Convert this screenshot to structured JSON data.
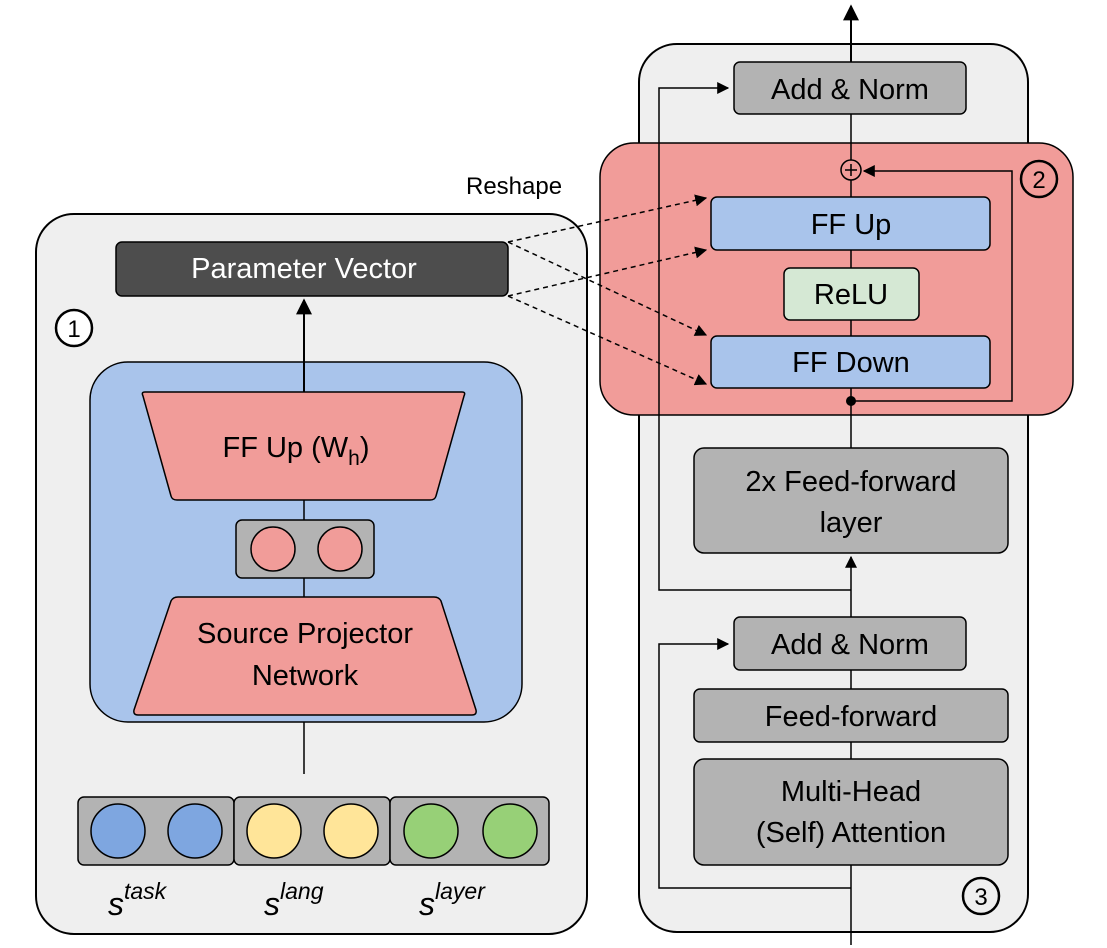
{
  "hypernetwork": {
    "badge": "1",
    "parameter_vector": "Parameter Vector",
    "ff_up": "FF Up (W",
    "ff_up_sub": "h",
    "ff_up_close": ")",
    "source_projector_line1": "Source Projector",
    "source_projector_line2": "Network",
    "embeddings": [
      {
        "base": "s",
        "sup": "task",
        "color": "#7ea6e0"
      },
      {
        "base": "s",
        "sup": "lang",
        "color": "#ffe599"
      },
      {
        "base": "s",
        "sup": "layer",
        "color": "#97d077"
      }
    ]
  },
  "reshape_label": "Reshape",
  "adapter": {
    "badge": "2",
    "ff_up": "FF Up",
    "relu": "ReLU",
    "ff_down": "FF Down",
    "plus": "+"
  },
  "transformer": {
    "badge": "3",
    "add_norm_top": "Add & Norm",
    "ff_layer_line1": "2x Feed-forward",
    "ff_layer_line2": "layer",
    "add_norm_bottom": "Add & Norm",
    "feed_forward": "Feed-forward",
    "attention_line1": "Multi-Head",
    "attention_line2": "(Self) Attention"
  },
  "colors": {
    "panel_fill": "#efefef",
    "blue_box": "#a9c4eb",
    "red_box": "#f19c99",
    "green_box": "#d5e8d4",
    "gray_box": "#b3b3b3",
    "dark_box": "#4d4d4d",
    "small_circle_fill": "#f19c99"
  }
}
